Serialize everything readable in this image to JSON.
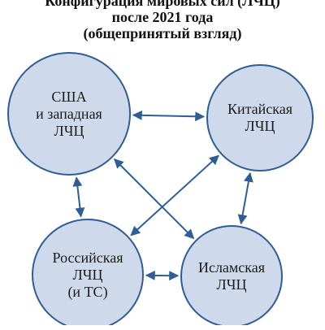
{
  "title": {
    "line1": "Конфигурация мировых сил (ЛЧЦ)",
    "line2": "после 2021 года",
    "line3": "(общепринятый взгляд)"
  },
  "nodes": [
    {
      "id": "usa",
      "lines": [
        "США",
        "и западная",
        "ЛЧЦ"
      ]
    },
    {
      "id": "china",
      "lines": [
        "Китайская",
        "ЛЧЦ"
      ]
    },
    {
      "id": "russia",
      "lines": [
        "Российская",
        "ЛЧЦ",
        "(и ТС)"
      ]
    },
    {
      "id": "islam",
      "lines": [
        "Исламская",
        "ЛЧЦ"
      ]
    }
  ],
  "edges": [
    {
      "from": "usa",
      "to": "china",
      "bidirectional": true
    },
    {
      "from": "usa",
      "to": "russia",
      "bidirectional": true
    },
    {
      "from": "usa",
      "to": "islam",
      "bidirectional": true
    },
    {
      "from": "china",
      "to": "russia",
      "bidirectional": true
    },
    {
      "from": "china",
      "to": "islam",
      "bidirectional": true
    },
    {
      "from": "russia",
      "to": "islam",
      "bidirectional": true
    }
  ],
  "colors": {
    "node_fill": "#cfd9ec",
    "node_stroke": "#2f5e95",
    "arrow": "#2f5e95",
    "text": "#1a1a1a"
  }
}
